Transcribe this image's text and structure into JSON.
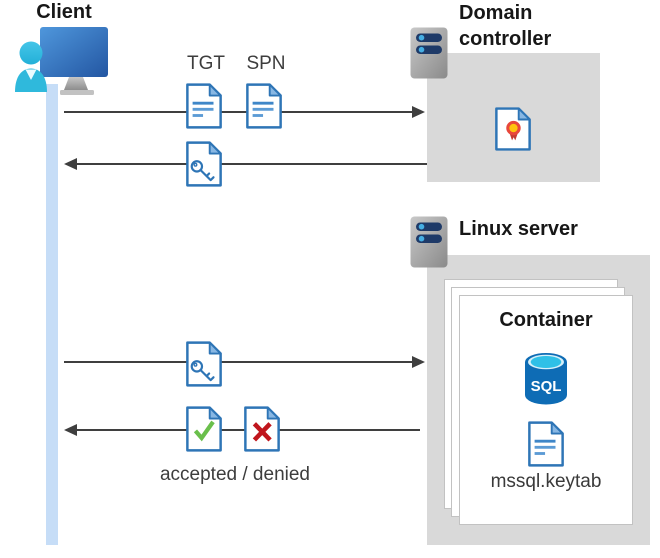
{
  "diagram": {
    "client": {
      "title": "Client"
    },
    "domain_controller": {
      "title_line1": "Domain",
      "title_line2": "controller"
    },
    "linux_server": {
      "title": "Linux server"
    },
    "container": {
      "title": "Container",
      "database_label": "SQL",
      "keytab_label": "mssql.keytab"
    },
    "flow": {
      "tgt_label": "TGT",
      "spn_label": "SPN",
      "result_label": "accepted / denied"
    },
    "icons": {
      "client": "workstation-user-icon",
      "server": "server-icon",
      "certificate": "certificate-document-icon",
      "ticket": "ticket-document-icon",
      "key": "key-document-icon",
      "accepted": "check-document-icon",
      "denied": "x-document-icon",
      "database": "sql-database-icon"
    },
    "colors": {
      "doc_blue": "#2e75b6",
      "doc_line_blue": "#5b9bd5",
      "fold_blue": "#88b7e3",
      "box_gray": "#d9d9d9",
      "arrow_gray": "#3f3f3f",
      "lifeline_blue": "#c6ddf7",
      "check_green": "#6abf4b",
      "deny_red": "#c0161d",
      "seal_yellow": "#ffc20e",
      "seal_red": "#e8473b",
      "sql_blue": "#0e6cb5",
      "sql_cyan": "#2fc0e7",
      "server_navy": "#1e3a68",
      "server_dot_blue": "#45aee3",
      "monitor_blue_1": "#4f97dc",
      "monitor_blue_2": "#2356a2",
      "person_cyan": "#2fb9dc"
    }
  }
}
